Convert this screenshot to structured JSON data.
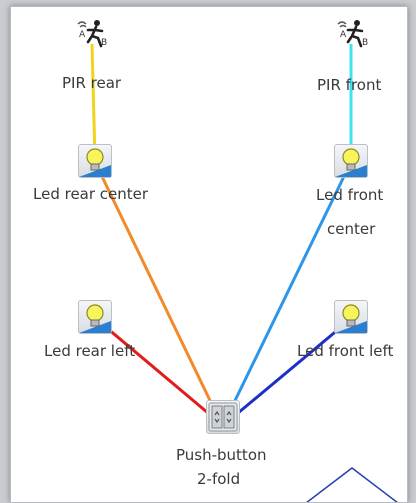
{
  "nodes": {
    "pir_rear": {
      "label": "PIR rear",
      "icon": "motion-sensor-icon",
      "port_a": "A",
      "port_b": "B"
    },
    "pir_front": {
      "label": "PIR front",
      "icon": "motion-sensor-icon",
      "port_a": "A",
      "port_b": "B"
    },
    "led_rear_center": {
      "label": "Led rear center",
      "icon": "light-bulb-icon"
    },
    "led_front_center": {
      "label_line1": "Led front",
      "label_line2": "center",
      "icon": "light-bulb-icon"
    },
    "led_rear_left": {
      "label": "Led rear left",
      "icon": "light-bulb-icon"
    },
    "led_front_left": {
      "label": "Led front left",
      "icon": "light-bulb-icon"
    },
    "push_button": {
      "label_line1": "Push-button",
      "label_line2": "2-fold",
      "icon": "push-button-icon"
    }
  },
  "connections": [
    {
      "from": "pir_rear",
      "to": "led_rear_center",
      "color": "#f2d21b"
    },
    {
      "from": "pir_front",
      "to": "led_front_center",
      "color": "#3fe3ef"
    },
    {
      "from": "led_rear_center",
      "to": "push_button",
      "color": "#f08a2a"
    },
    {
      "from": "led_front_center",
      "to": "push_button",
      "color": "#2f95e8"
    },
    {
      "from": "led_rear_left",
      "to": "push_button",
      "color": "#e41b1b"
    },
    {
      "from": "led_front_left",
      "to": "push_button",
      "color": "#1d2fc8"
    }
  ]
}
